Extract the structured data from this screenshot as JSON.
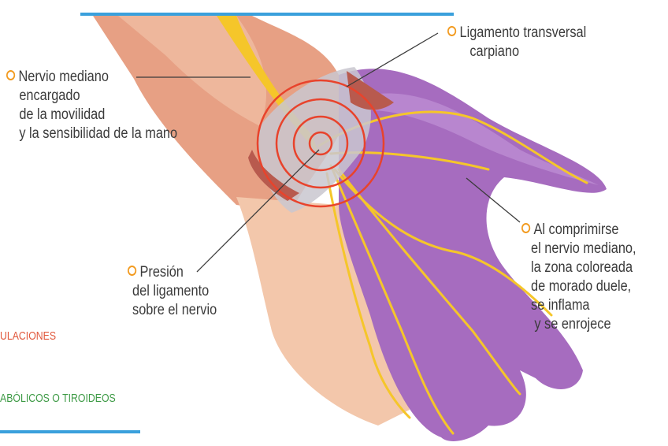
{
  "labels": {
    "ligamento": [
      "Ligamento transversal",
      "carpiano"
    ],
    "nervio": [
      "Nervio mediano",
      "encargado",
      "de la movilidad",
      "y la sensibilidad de la mano"
    ],
    "presion": [
      "Presión",
      "del ligamento",
      "sobre el nervio"
    ],
    "comprimirse": [
      "Al comprimirse",
      "el nervio mediano,",
      "la zona coloreada",
      "de morado duele,",
      "se inflama",
      "y se enrojece"
    ]
  },
  "side_texts": {
    "line1": "ULACIONES",
    "line2": "ABÓLICOS O TIROIDEOS"
  },
  "colors": {
    "accent_rule": "#3aa0dc",
    "bullet": "#f29a1e",
    "rings": "#e8432c",
    "purple_zone": "#a66cbf",
    "skin": "#f3c4a6",
    "nerve": "#f5c62a",
    "side1": "#e0573b",
    "side2": "#3d9a45"
  }
}
